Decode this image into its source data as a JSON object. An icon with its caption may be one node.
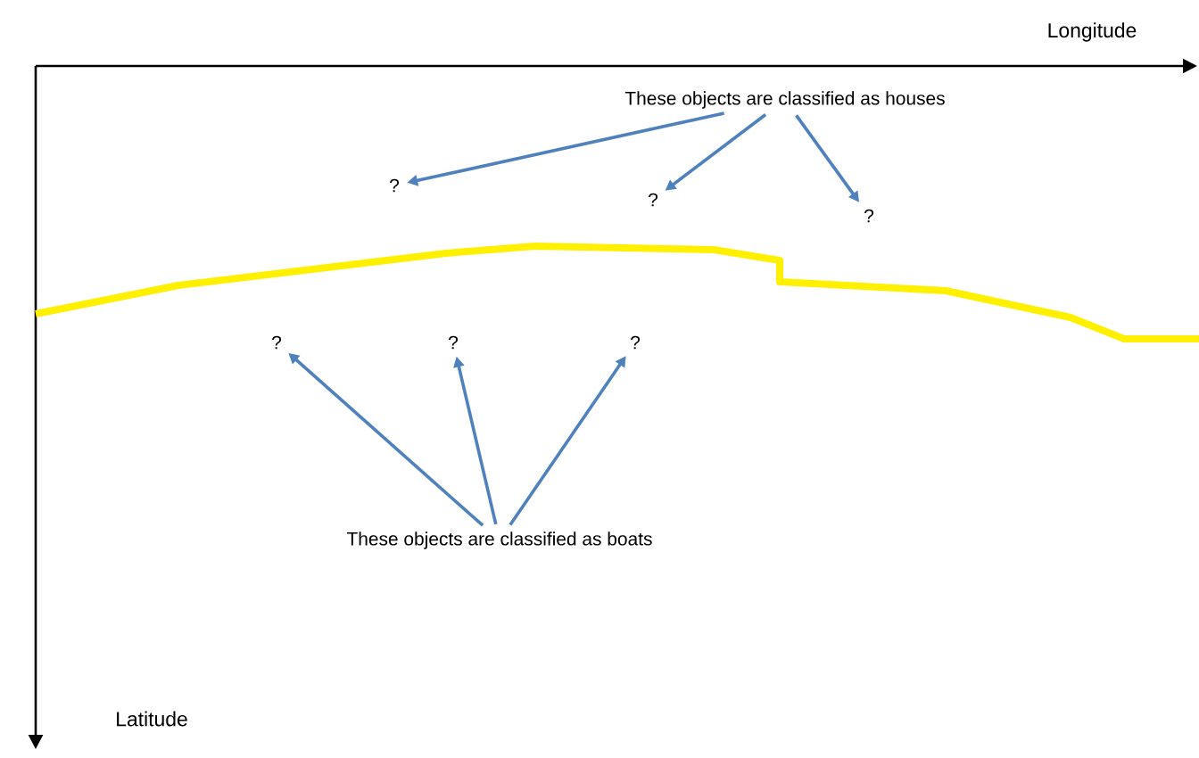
{
  "diagram": {
    "nodes": [
      {
        "text": [
          "These objects are classified as houses"
        ]
      },
      {
        "text": [
          "?"
        ]
      },
      {
        "text": [
          "?"
        ]
      },
      {
        "text": [
          "?"
        ]
      },
      {
        "text": [
          "?"
        ]
      },
      {
        "text": [
          "?"
        ]
      },
      {
        "text": [
          "?"
        ]
      },
      {
        "text": [
          "These objects are classified as boats"
        ]
      }
    ],
    "edges": [
      {
        "from": 0,
        "to": 1,
        "arrow": "to"
      },
      {
        "from": 0,
        "to": 2,
        "arrow": "to"
      },
      {
        "from": 0,
        "to": 3,
        "arrow": "to"
      },
      {
        "from": 7,
        "to": 4,
        "arrow": "to"
      },
      {
        "from": 7,
        "to": 5,
        "arrow": "to"
      },
      {
        "from": 7,
        "to": 6,
        "arrow": "to"
      }
    ],
    "labels": [
      "Longitude",
      "Latitude"
    ]
  }
}
